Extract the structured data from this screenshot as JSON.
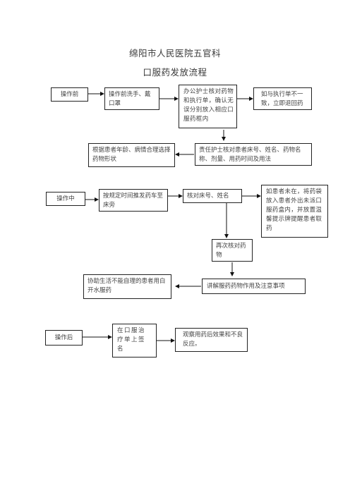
{
  "title": {
    "hospital": "绵阳市人民医院五官科",
    "process": "口服药发放流程"
  },
  "stages": {
    "before": "操作前",
    "during": "操作中",
    "after": "操作后"
  },
  "steps": {
    "wash_hands": "操作前洗手、戴口罩",
    "verify_orders": "办公护士核对药物和执行单，确认无误分别放入相应口服药框内",
    "mismatch_return": "如与执行单不一致，立即退回药房",
    "nurse_check": "责任护士核对患者床号、姓名、药物名称、剂量、用药时间及用法",
    "select_form": "根据患者年龄、病情合理选择药物形状",
    "push_cart": "按规定时间推发药车至床旁",
    "check_bed_name": "核对床号、姓名",
    "patient_absent": "如患者未在，将药袋放入患者外出未派口服药盒内，并放置温馨提示牌提醒患者取药",
    "recheck": "再次核对药物",
    "explain": "讲解服药药物作用及注意事项",
    "assist": "协助生活不能自理的患者用白开水服药",
    "sign": "在口服治疗单上签名",
    "observe": "观察用药后效果和不良反应。"
  }
}
